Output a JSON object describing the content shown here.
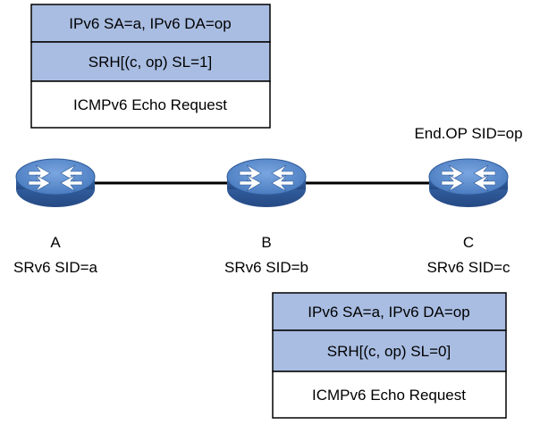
{
  "packet_top": {
    "rows": [
      "IPv6 SA=a, IPv6 DA=op",
      "SRH[(c, op) SL=1]",
      "ICMPv6 Echo Request"
    ]
  },
  "packet_bottom": {
    "rows": [
      "IPv6 SA=a, IPv6 DA=op",
      "SRH[(c, op) SL=0]",
      "ICMPv6 Echo Request"
    ]
  },
  "nodes": [
    {
      "id": "a",
      "name": "A",
      "sid": "SRv6 SID=a"
    },
    {
      "id": "b",
      "name": "B",
      "sid": "SRv6 SID=b"
    },
    {
      "id": "c",
      "name": "C",
      "sid": "SRv6 SID=c",
      "annotation": "End.OP SID=op"
    }
  ],
  "colors": {
    "header_fill": "#a9bde2",
    "payload_fill": "#ffffff",
    "router_body": "#3d6cae",
    "router_top": "#5c8ed1",
    "link": "#000000"
  },
  "icons": {
    "router": "router-icon"
  }
}
